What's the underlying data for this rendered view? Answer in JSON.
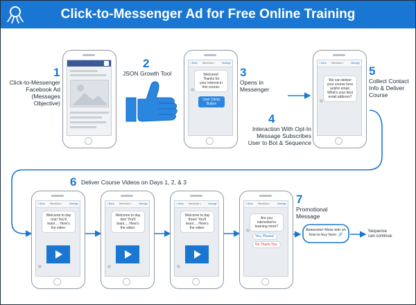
{
  "title": "Click-to-Messenger Ad for Free Online Training",
  "colors": {
    "brand": "#1976d2",
    "border": "#1d2b3a",
    "phone": "#8d96a0"
  },
  "steps": [
    {
      "num": "1",
      "label": "Click-to-Messenger Facebook Ad (Messages Objective)",
      "lines": [
        "Click-to-Messenger",
        "Facebook Ad",
        "(Messages Objective)"
      ]
    },
    {
      "num": "2",
      "label": "JSON Growth Tool"
    },
    {
      "num": "3",
      "lines": [
        "Opens in",
        "Messenger"
      ]
    },
    {
      "num": "4",
      "lines": [
        "Interaction With Opt-In",
        "Message Subscribes",
        "User to Bot & Sequence"
      ]
    },
    {
      "num": "5",
      "lines": [
        "Collect Contact",
        "Info & Deliver",
        "Course"
      ]
    },
    {
      "num": "6",
      "label": "Deliver Course Videos on Days 1, 2, & 3"
    },
    {
      "num": "7",
      "lines": [
        "Promotional",
        "Message"
      ]
    }
  ],
  "messenger": {
    "back": "< Back",
    "contact": "HeroCoin >",
    "manage": "Manage"
  },
  "phone3": {
    "bubble": [
      "Welcome!",
      "Thanks for",
      "your interest in",
      "this course."
    ],
    "button": [
      "User Clicks",
      "Button"
    ]
  },
  "phone4": {
    "bubble": [
      "We can deliver",
      "your course here",
      "and/or email.",
      "What's your best",
      "email address?"
    ]
  },
  "videos": [
    {
      "lines": [
        "Welcome to day",
        "one! You'll",
        "learn.... Here's",
        "the video:"
      ]
    },
    {
      "lines": [
        "Welcome to day",
        "two! You'll",
        "learn.... Here's",
        "the video:"
      ]
    },
    {
      "lines": [
        "Welcome to day",
        "three! You'll",
        "learn.... Here's",
        "the video:"
      ]
    }
  ],
  "promo": {
    "bubble": [
      "Are you",
      "interested in",
      "learning more?"
    ],
    "yes": "Yes, Please!",
    "no": "No Thank You.",
    "callout": [
      "Awesome! More info on",
      "how to buy here:"
    ],
    "sequence": [
      "Sequence",
      "can continue."
    ]
  }
}
